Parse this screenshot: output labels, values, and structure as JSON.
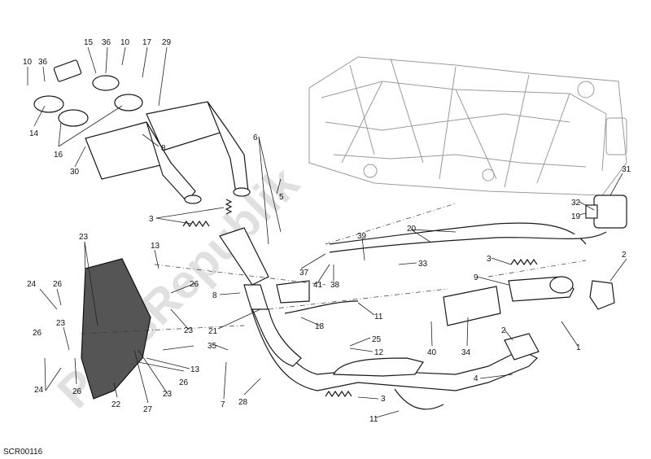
{
  "watermark": "PartsRepublik",
  "diagram_code": "SCR00116",
  "labels": [
    {
      "id": "l10a",
      "text": "10"
    },
    {
      "id": "l36a",
      "text": "36"
    },
    {
      "id": "l15",
      "text": "15"
    },
    {
      "id": "l36b",
      "text": "36"
    },
    {
      "id": "l10b",
      "text": "10"
    },
    {
      "id": "l17",
      "text": "17"
    },
    {
      "id": "l29",
      "text": "29"
    },
    {
      "id": "l14",
      "text": "14"
    },
    {
      "id": "l16",
      "text": "16"
    },
    {
      "id": "l8a",
      "text": "8"
    },
    {
      "id": "l30",
      "text": "30"
    },
    {
      "id": "l6",
      "text": "6"
    },
    {
      "id": "l5",
      "text": "5"
    },
    {
      "id": "l3a",
      "text": "3"
    },
    {
      "id": "l31",
      "text": "31"
    },
    {
      "id": "l32",
      "text": "32"
    },
    {
      "id": "l19",
      "text": "19"
    },
    {
      "id": "l20",
      "text": "20"
    },
    {
      "id": "l39",
      "text": "39"
    },
    {
      "id": "l33",
      "text": "33"
    },
    {
      "id": "l23a",
      "text": "23"
    },
    {
      "id": "l13a",
      "text": "13"
    },
    {
      "id": "l37",
      "text": "37"
    },
    {
      "id": "l41",
      "text": "41"
    },
    {
      "id": "l38",
      "text": "38"
    },
    {
      "id": "l3b",
      "text": "3"
    },
    {
      "id": "l2a",
      "text": "2"
    },
    {
      "id": "l9",
      "text": "9"
    },
    {
      "id": "l24a",
      "text": "24"
    },
    {
      "id": "l26a",
      "text": "26"
    },
    {
      "id": "l26b",
      "text": "26"
    },
    {
      "id": "l8b",
      "text": "8"
    },
    {
      "id": "l11a",
      "text": "11"
    },
    {
      "id": "l23b",
      "text": "23"
    },
    {
      "id": "l23c",
      "text": "23"
    },
    {
      "id": "l18",
      "text": "18"
    },
    {
      "id": "l21",
      "text": "21"
    },
    {
      "id": "l40",
      "text": "40"
    },
    {
      "id": "l34",
      "text": "34"
    },
    {
      "id": "l2b",
      "text": "2"
    },
    {
      "id": "l1",
      "text": "1"
    },
    {
      "id": "l26c",
      "text": "26"
    },
    {
      "id": "l25",
      "text": "25"
    },
    {
      "id": "l35",
      "text": "35"
    },
    {
      "id": "l12",
      "text": "12"
    },
    {
      "id": "l13b",
      "text": "13"
    },
    {
      "id": "l24b",
      "text": "24"
    },
    {
      "id": "l26d",
      "text": "26"
    },
    {
      "id": "l4",
      "text": "4"
    },
    {
      "id": "l26e",
      "text": "26"
    },
    {
      "id": "l23d",
      "text": "23"
    },
    {
      "id": "l22",
      "text": "22"
    },
    {
      "id": "l27",
      "text": "27"
    },
    {
      "id": "l7",
      "text": "7"
    },
    {
      "id": "l28",
      "text": "28"
    },
    {
      "id": "l3c",
      "text": "3"
    },
    {
      "id": "l11b",
      "text": "11"
    }
  ]
}
